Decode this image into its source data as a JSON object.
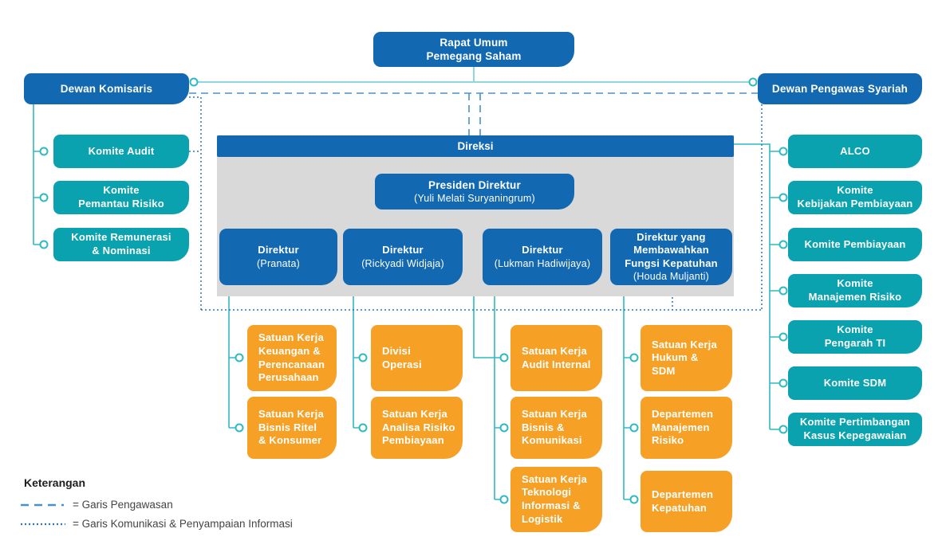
{
  "org": {
    "top": {
      "label": "Rapat Umum\nPemegang Saham"
    },
    "left_board": {
      "label": "Dewan Komisaris",
      "committees": [
        "Komite Audit",
        "Komite\nPemantau Risiko",
        "Komite Remunerasi\n& Nominasi"
      ]
    },
    "right_board": {
      "label": "Dewan Pengawas Syariah",
      "committees": [
        "ALCO",
        "Komite\nKebijakan Pembiayaan",
        "Komite Pembiayaan",
        "Komite\nManajemen Risiko",
        "Komite\nPengarah TI",
        "Komite SDM",
        "Komite Pertimbangan\nKasus Kepegawaian"
      ]
    },
    "direksi": {
      "label": "Direksi",
      "president": {
        "title": "Presiden Direktur",
        "name": "(Yuli Melati Suryaningrum)"
      },
      "directors": [
        {
          "title": "Direktur",
          "name": "(Pranata)"
        },
        {
          "title": "Direktur",
          "name": "(Rickyadi Widjaja)"
        },
        {
          "title": "Direktur",
          "name": "(Lukman Hadiwijaya)"
        },
        {
          "title": "Direktur yang\nMembawahkan\nFungsi Kepatuhan",
          "name": "(Houda Muljanti)"
        }
      ]
    },
    "units": {
      "col1": [
        "Satuan Kerja\nKeuangan &\nPerencanaan\nPerusahaan",
        "Satuan Kerja\nBisnis Ritel\n& Konsumer"
      ],
      "col2": [
        "Divisi\nOperasi",
        "Satuan Kerja\nAnalisa Risiko\nPembiayaan"
      ],
      "col3": [
        "Satuan Kerja\nAudit Internal",
        "Satuan Kerja\nBisnis &\nKomunikasi",
        "Satuan Kerja\nTeknologi\nInformasi &\nLogistik"
      ],
      "col4": [
        "Satuan Kerja\nHukum &\nSDM",
        "Departemen\nManajemen\nRisiko",
        "Departemen\nKepatuhan"
      ]
    },
    "legend": {
      "title": "Keterangan",
      "items": [
        {
          "style": "dashed",
          "label": "= Garis Pengawasan"
        },
        {
          "style": "dotted",
          "label": "= Garis Komunikasi & Penyampaian Informasi"
        }
      ]
    },
    "colors": {
      "blue": "#1268B1",
      "teal": "#0AA2AE",
      "orange": "#F6A126",
      "gray": "#D9D9D9",
      "line_teal": "#2FB9C2",
      "line_light": "#8ED8DD",
      "dash_blue": "#4A90CE",
      "dot_blue": "#2E75BE"
    }
  }
}
